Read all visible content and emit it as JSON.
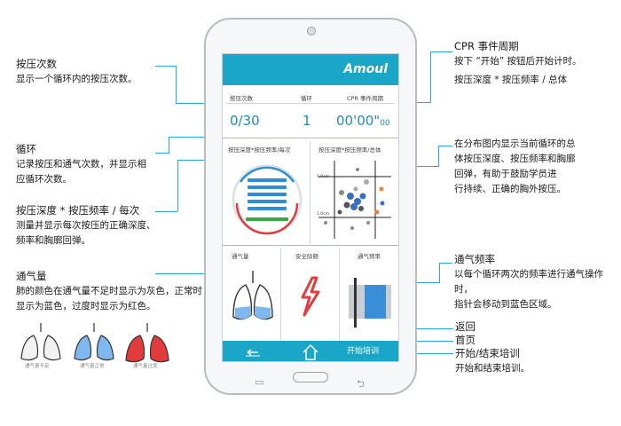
{
  "annotations": {
    "press_count": {
      "title": "按压次数",
      "desc": "显示一个循环内的按压次数。"
    },
    "cycle": {
      "title": "循环",
      "desc_1": "记录按压和通气次数，并显示相",
      "desc_2": "应循环次数。"
    },
    "depth_rate": {
      "title": "按压深度 * 按压频率 / 每次",
      "desc_1": "测量并显示每次按压的正确深度、",
      "desc_2": "频率和胸廓回弹。"
    },
    "ventilation": {
      "title": "通气量",
      "desc_1": "肺的颜色在通气量不足时显示为灰色，正常时",
      "desc_2": "显示为蓝色，过度时显示为红色。"
    },
    "cpr_period": {
      "title": "CPR 事件周期",
      "desc": "按下 “开始” 按钮后开始计时。",
      "desc_2": "按压深度 * 按压频率 / 总体"
    },
    "distribution": {
      "desc_1": "在分布图内显示当前循环的总",
      "desc_2": "体按压深度、按压频率和胸廓",
      "desc_3": "回弹，有助于鼓励学员进",
      "desc_4": "行持续、正确的胸外按压。"
    },
    "vent_rate": {
      "title": "通气频率",
      "desc_1": "以每个循环两次的频率进行通气操作时，",
      "desc_2": "指针会移动到蓝色区域。"
    },
    "back": {
      "title": "返回"
    },
    "home": {
      "title": "首页"
    },
    "start_stop": {
      "title": "开始/结束培训",
      "desc": "开始和结束培训。"
    }
  },
  "lung_captions": [
    "通气量不足",
    "通气量正常",
    "通气量过度"
  ],
  "colors": {
    "accent": "#1aa6c7",
    "blue": "#2e8fd8",
    "red": "#e23b3b",
    "gray": "#9aa0a6",
    "green": "#3aa845"
  },
  "screen": {
    "logo": "Amoul",
    "header_labels": {
      "press_count": "按压次数",
      "cycle": "循环",
      "cpr_period": "CPR 事件周期"
    },
    "press_count": "0/30",
    "cycle": "1",
    "cpr_time": "00'00\"",
    "cpr_time_ms": "00",
    "mid_labels": {
      "left": "按压深度*按压频率/每次",
      "right": "按压深度*按压频率/总体"
    },
    "scatter_axis": {
      "top": "1.0cm",
      "bottom": "1.0cm"
    },
    "bottom_labels": {
      "volume": "通气量",
      "safety": "安全除颤",
      "rate": "通气频率"
    },
    "footer": {
      "start_label": "开始培训"
    }
  }
}
